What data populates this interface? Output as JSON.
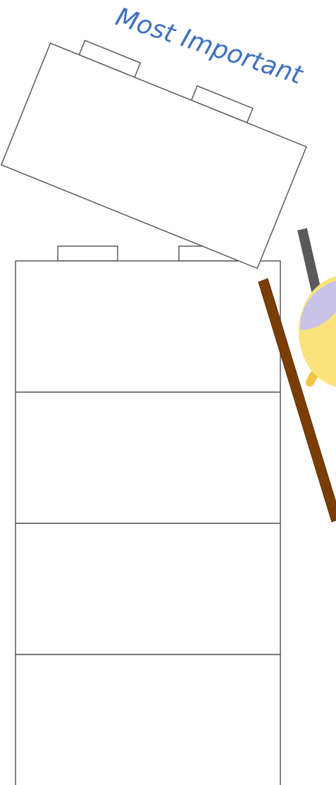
{
  "annotation": {
    "text": "Most Important",
    "color": "#3f6fc0"
  },
  "colors": {
    "outline": "#5a5a5a",
    "brick_fill": "#ffffff",
    "stick": "#7a3e05",
    "stick_dark": "#5a5a5a",
    "figure_body": "#fbe27a",
    "figure_accent": "#c9c3ea",
    "figure_limb": "#f5c440"
  },
  "stack": {
    "brick_count": 4,
    "stud_count": 2
  },
  "tilted_brick": {
    "stud_count": 2
  },
  "icons": {
    "figure": "brick-builder-figure-icon",
    "lever": "lever-stick-icon"
  }
}
